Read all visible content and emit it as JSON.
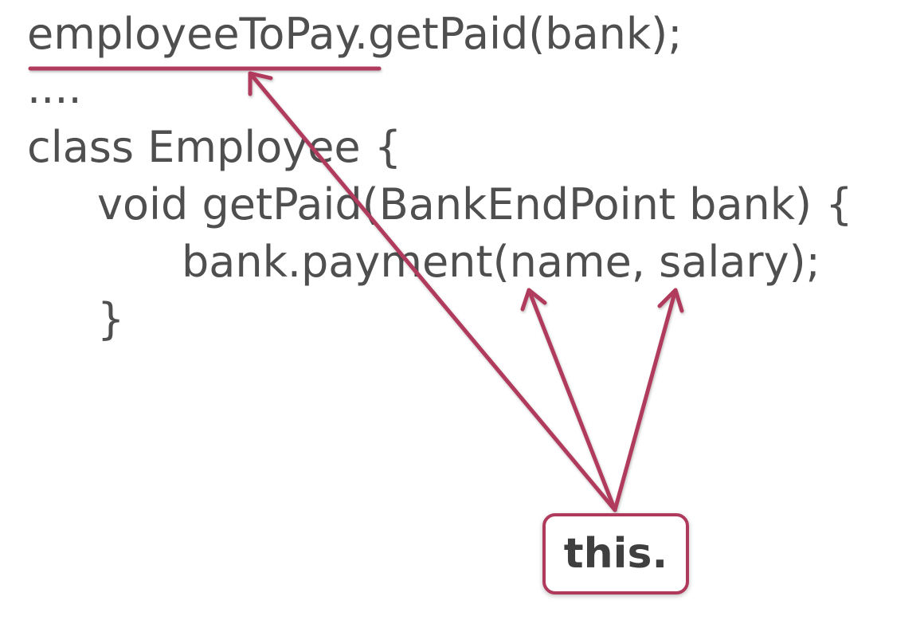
{
  "code": {
    "lines": [
      "employeeToPay.getPaid(bank);",
      "....",
      "class Employee {",
      "void getPaid(BankEndPoint bank) {",
      "bank.payment(name, salary);",
      "}"
    ]
  },
  "callout": {
    "label": "this."
  },
  "colors": {
    "code_text": "#4f4f4f",
    "accent": "#b03a5b",
    "callout_text": "#3f3f3f",
    "background": "#ffffff"
  }
}
